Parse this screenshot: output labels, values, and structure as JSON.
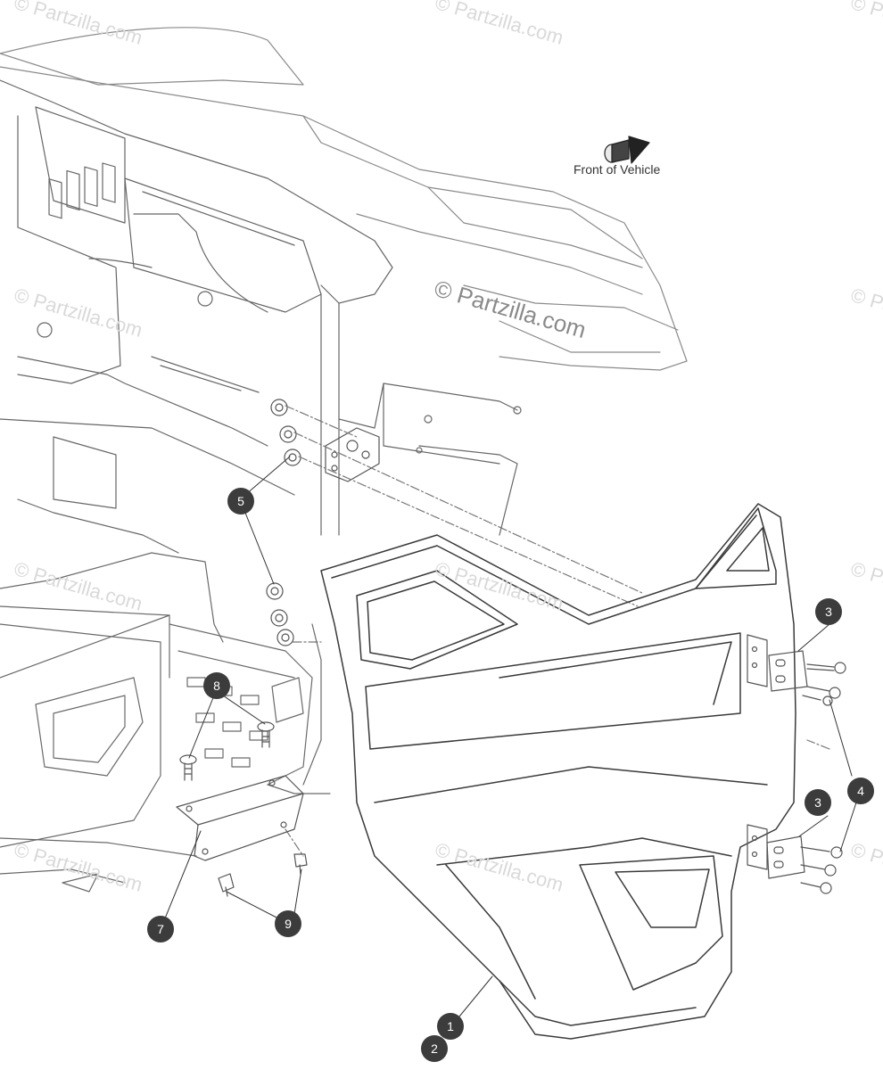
{
  "watermark": {
    "text": "© Partzilla.com",
    "color": "#d9d9d9",
    "main_color": "#8a8a8a"
  },
  "orientation": {
    "label": "Front of Vehicle",
    "icon": "arrow-icon"
  },
  "callouts": [
    {
      "id": "c1",
      "label": "1"
    },
    {
      "id": "c2",
      "label": "2"
    },
    {
      "id": "c3a",
      "label": "3"
    },
    {
      "id": "c3b",
      "label": "3"
    },
    {
      "id": "c4",
      "label": "4"
    },
    {
      "id": "c5",
      "label": "5"
    },
    {
      "id": "c7",
      "label": "7"
    },
    {
      "id": "c8",
      "label": "8"
    },
    {
      "id": "c9",
      "label": "9"
    }
  ],
  "colors": {
    "line": "#555555",
    "callout_fill": "#3c3c3c",
    "callout_text": "#ffffff"
  }
}
